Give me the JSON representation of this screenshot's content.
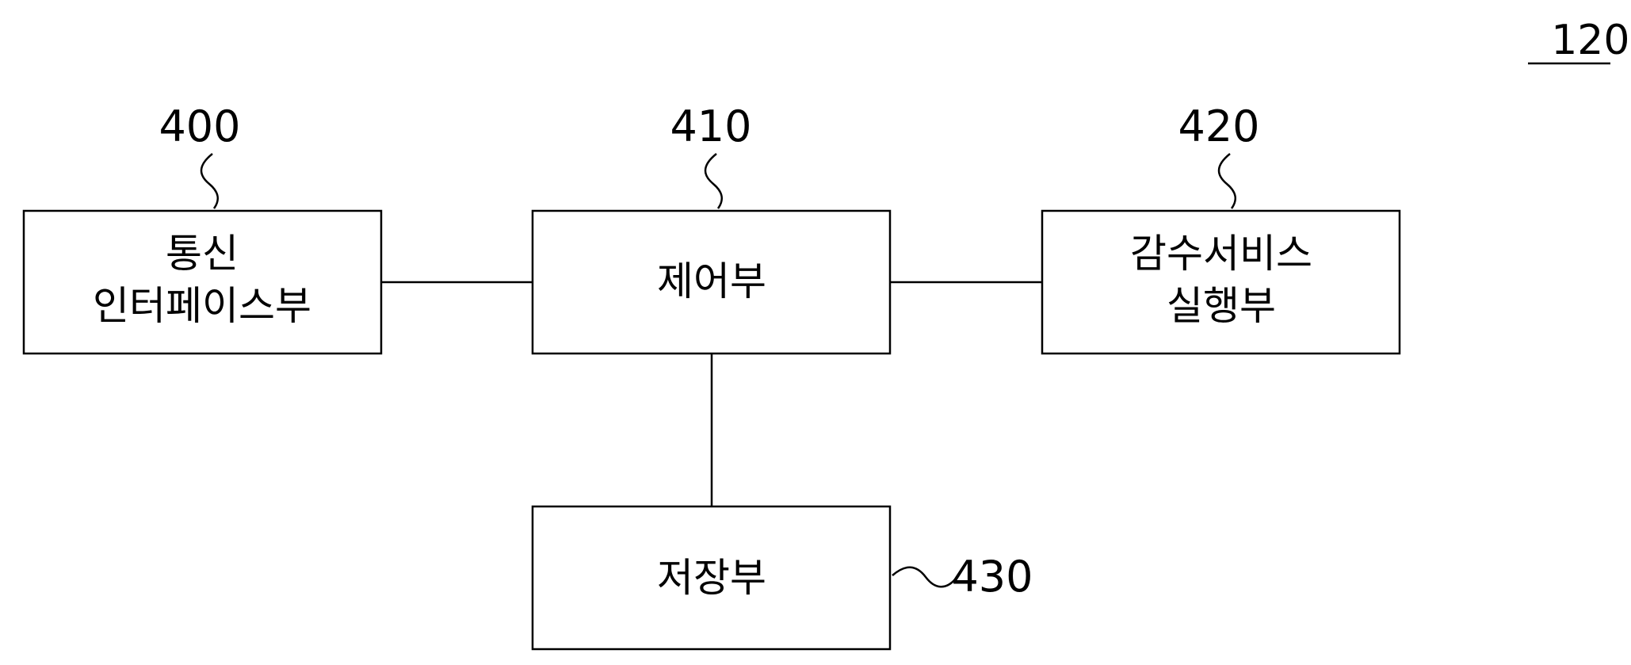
{
  "figure_label": "120'",
  "blocks": {
    "comm_interface": {
      "ref": "400",
      "lines": [
        "통신",
        "인터페이스부"
      ]
    },
    "control": {
      "ref": "410",
      "lines": [
        "제어부"
      ]
    },
    "monitoring_service": {
      "ref": "420",
      "lines": [
        "감수서비스",
        "실행부"
      ]
    },
    "storage": {
      "ref": "430",
      "lines": [
        "저장부"
      ]
    }
  }
}
